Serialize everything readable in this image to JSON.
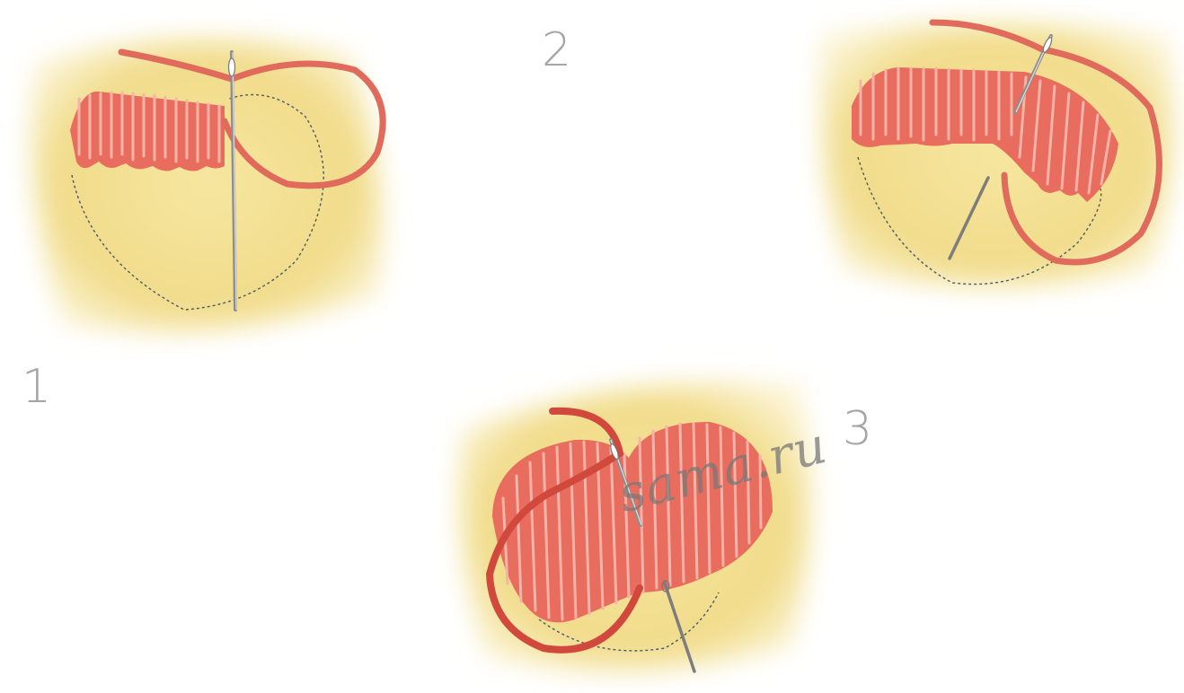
{
  "steps": [
    {
      "number": "1"
    },
    {
      "number": "2"
    },
    {
      "number": "3"
    }
  ],
  "watermark": "sama.ru",
  "colors": {
    "fabric": "#f3df8e",
    "fabric_edge": "#f8ecb8",
    "thread": "#e06a5c",
    "thread_dark": "#cc4d40",
    "stitch_highlight": "#f4a79b",
    "needle": "#9a9a9a",
    "outline": "#4a5a6a",
    "label": "#a5a5a5"
  }
}
